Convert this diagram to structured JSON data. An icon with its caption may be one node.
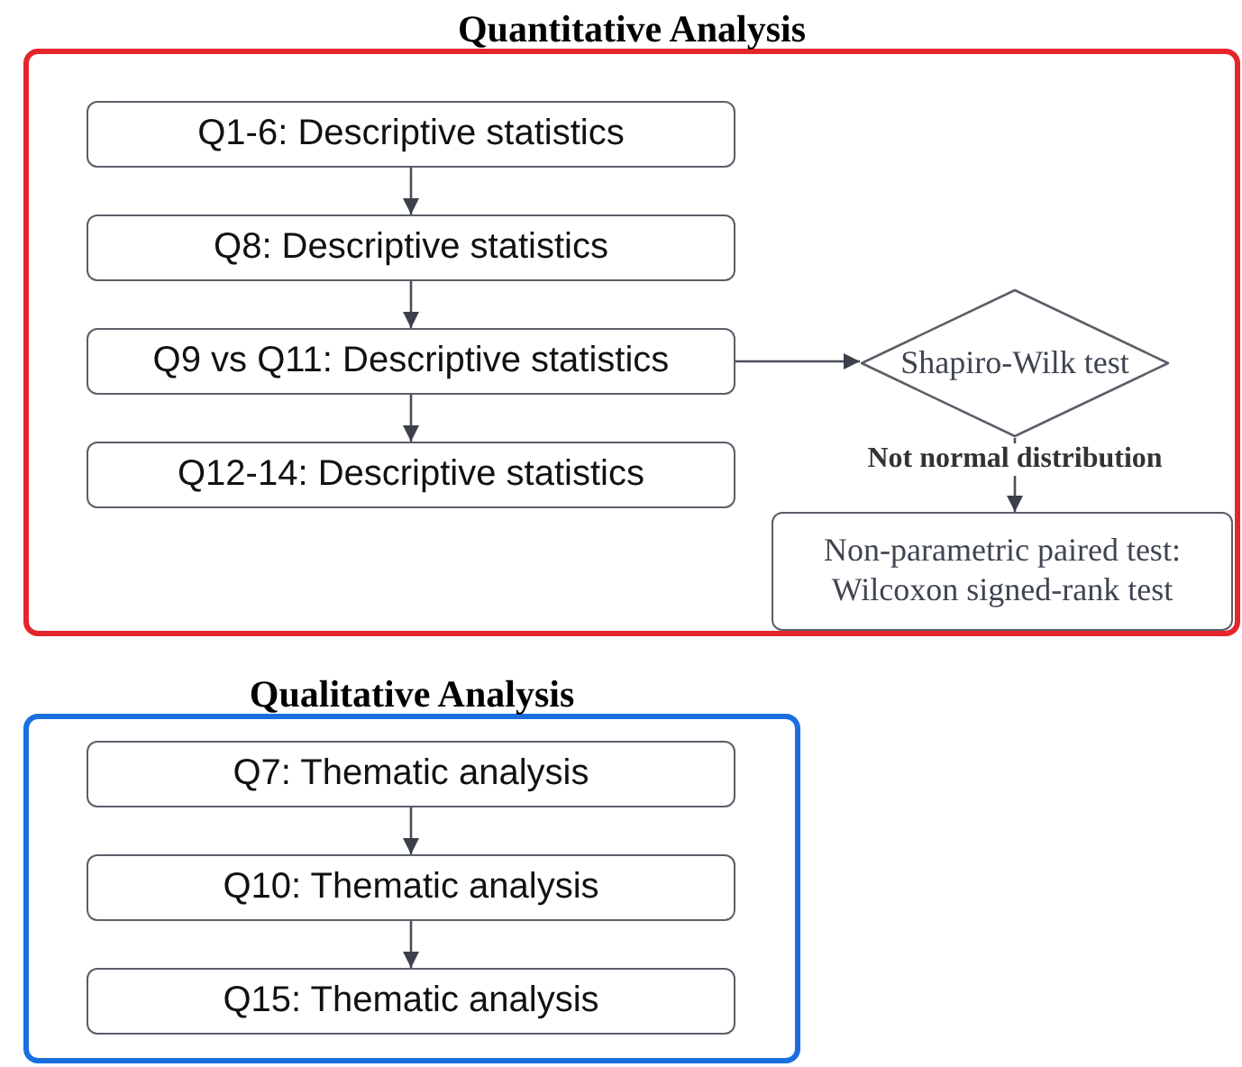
{
  "diagram": {
    "nodes": [
      {
        "text": [
          "Quantitative Analysis"
        ]
      },
      {
        "text": [
          "Q1-6: Descriptive statistics"
        ],
        "in": 0
      },
      {
        "text": [
          "Q8: Descriptive statistics"
        ],
        "in": 0
      },
      {
        "text": [
          "Q9 vs Q11: Descriptive statistics"
        ],
        "in": 0
      },
      {
        "text": [
          "Q12-14: Descriptive statistics"
        ],
        "in": 0
      },
      {
        "text": [
          "Shapiro-Wilk test"
        ],
        "in": 0
      },
      {
        "text": [
          "Non-parametric paired test: Wilcoxon signed-rank test"
        ],
        "in": 0
      },
      {
        "text": [
          "Qualitative Analysis"
        ]
      },
      {
        "text": [
          "Q7: Thematic analysis"
        ],
        "in": 7
      },
      {
        "text": [
          "Q10: Thematic analysis"
        ],
        "in": 7
      },
      {
        "text": [
          "Q15: Thematic analysis"
        ],
        "in": 7
      }
    ],
    "edges": [
      {
        "from": 1,
        "to": 2,
        "arrow": "to"
      },
      {
        "from": 2,
        "to": 3,
        "arrow": "to"
      },
      {
        "from": 3,
        "to": 4,
        "arrow": "to"
      },
      {
        "from": 3,
        "to": 5,
        "arrow": "to"
      },
      {
        "from": 5,
        "to": 6,
        "arrow": "to",
        "label": "Not normal distribution"
      },
      {
        "from": 8,
        "to": 9,
        "arrow": "to"
      },
      {
        "from": 9,
        "to": 10,
        "arrow": "to"
      }
    ]
  }
}
